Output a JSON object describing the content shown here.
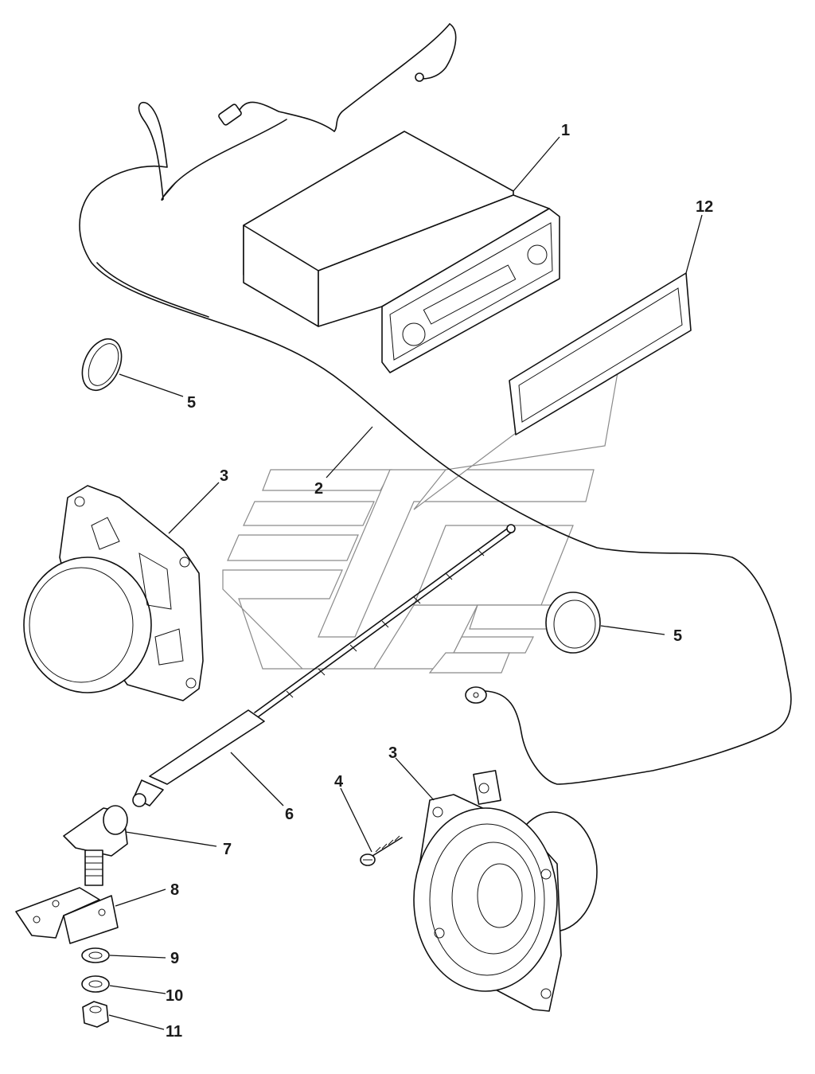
{
  "callouts": {
    "radio_unit": "1",
    "antenna_cable": "2",
    "speaker_left": "3",
    "speaker_right": "3",
    "screw": "4",
    "grommet_top": "5",
    "grommet_bottom": "5",
    "antenna_mast": "6",
    "antenna_base": "7",
    "bracket": "8",
    "lock_washer": "9",
    "washer": "10",
    "nut": "11",
    "front_panel": "12"
  }
}
